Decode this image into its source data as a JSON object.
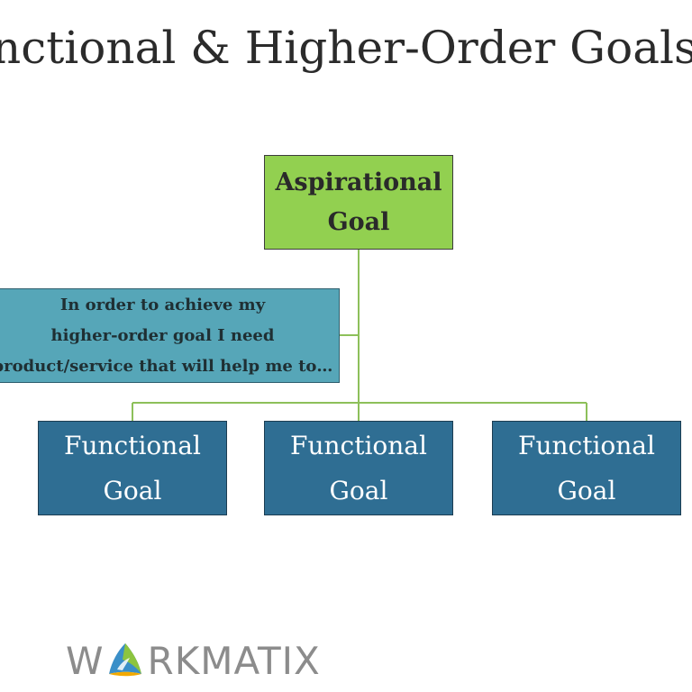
{
  "slide": {
    "title": "nctional & Higher-Order Goals"
  },
  "diagram": {
    "aspirational": {
      "line1": "Aspirational",
      "line2": "Goal",
      "fill": "#92d050"
    },
    "callout": {
      "line1": "In order to achieve my",
      "line2": "higher-order goal I need",
      "line3": "product/service that will help me to…",
      "fill": "#56a6b8"
    },
    "functional_goals": [
      {
        "line1": "Functional",
        "line2": "Goal"
      },
      {
        "line1": "Functional",
        "line2": "Goal"
      },
      {
        "line1": "Functional",
        "line2": "Goal"
      }
    ],
    "functional_fill": "#2f6e93",
    "connector_color": "#8dc05a"
  },
  "logo": {
    "prefix": "W",
    "suffix": "RKMATIX",
    "icon": "workmatix-triangle-logo"
  }
}
